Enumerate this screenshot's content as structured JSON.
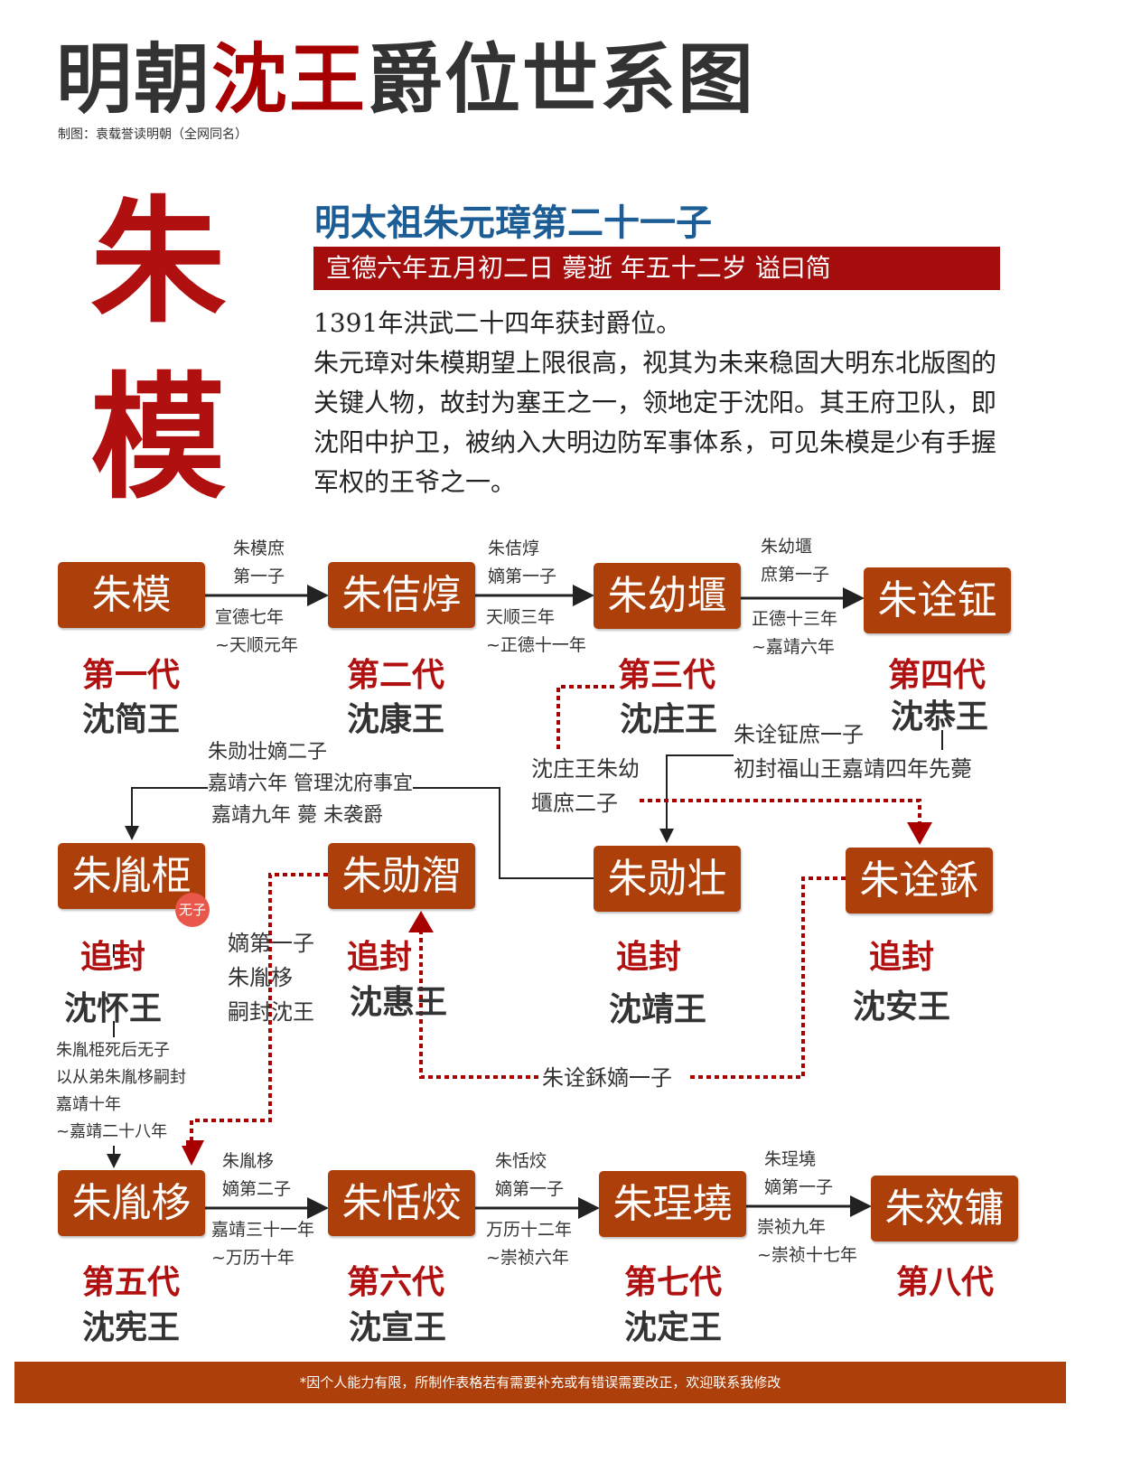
{
  "title": {
    "part1": "明朝",
    "part2": "沈王",
    "part3": "爵位世系图"
  },
  "credit": "制图：袁载誉读明朝（全网同名）",
  "founder": {
    "char1": "朱",
    "char2": "模",
    "subtitle": "明太祖朱元璋第二十一子",
    "banner": "宣德六年五月初二日 薨逝 年五十二岁 谥曰简",
    "bio": [
      "1391年洪武二十四年获封爵位。",
      "朱元璋对朱模期望上限很高，视其为未来稳固大明东北版图的关键人物，故封为塞王之一，领地定于沈阳。其王府卫队，即沈阳中护卫，被纳入大明边防军事体系，可见朱模是少有手握军权的王爷之一。"
    ]
  },
  "nodes": {
    "n1": {
      "name": "朱模",
      "gen": "第一代",
      "title": "沈简王"
    },
    "n2": {
      "name": "朱佶焞",
      "gen": "第二代",
      "title": "沈康王"
    },
    "n3": {
      "name": "朱幼㙺",
      "gen": "第三代",
      "title": "沈庄王"
    },
    "n4": {
      "name": "朱诠钲",
      "gen": "第四代",
      "title": "沈恭王"
    },
    "n5": {
      "name": "朱胤栕",
      "gen": "追封",
      "title": "沈怀王",
      "badge": "无子"
    },
    "n6": {
      "name": "朱勋潪",
      "gen": "追封",
      "title": "沈惠王"
    },
    "n7": {
      "name": "朱勋壮",
      "gen": "追封",
      "title": "沈靖王"
    },
    "n8": {
      "name": "朱诠鉌",
      "gen": "追封",
      "title": "沈安王"
    },
    "n9": {
      "name": "朱胤栘",
      "gen": "第五代",
      "title": "沈宪王"
    },
    "n10": {
      "name": "朱恬烄",
      "gen": "第六代",
      "title": "沈宣王"
    },
    "n11": {
      "name": "朱珵墝",
      "gen": "第七代",
      "title": "沈定王"
    },
    "n12": {
      "name": "朱效镛",
      "gen": "第八代"
    }
  },
  "edges": {
    "e1": {
      "top": [
        "朱模庶",
        "第一子"
      ],
      "bottom": [
        "宣德七年",
        "~天顺元年"
      ]
    },
    "e2": {
      "top": [
        "朱佶焞",
        "嫡第一子"
      ],
      "bottom": [
        "天顺三年",
        "~正德十一年"
      ]
    },
    "e3": {
      "top": [
        "朱幼㙺",
        "庶第一子"
      ],
      "bottom": [
        "正德十三年",
        "~嘉靖六年"
      ]
    },
    "e4": [
      "朱勋壮嫡二子",
      "嘉靖六年 管理沈府事宜",
      "嘉靖九年 薨 未袭爵"
    ],
    "e5": [
      "朱诠钲庶一子",
      "初封福山王嘉靖四年先薨"
    ],
    "e6": [
      "沈庄王朱幼",
      "㙺庶二子"
    ],
    "e7": [
      "嫡第一子",
      "朱胤栘",
      "嗣封沈王"
    ],
    "e8": "朱诠鉌嫡一子",
    "e9": [
      "朱胤栕死后无子",
      "以从弟朱胤栘嗣封",
      "嘉靖十年",
      "~嘉靖二十八年"
    ],
    "e10": {
      "top": [
        "朱胤栘",
        "嫡第二子"
      ],
      "bottom": [
        "嘉靖三十一年",
        "~万历十年"
      ]
    },
    "e11": {
      "top": [
        "朱恬烄",
        "嫡第一子"
      ],
      "bottom": [
        "万历十二年",
        "~崇祯六年"
      ]
    },
    "e12": {
      "top": [
        "朱珵墝",
        "嫡第一子"
      ],
      "bottom": [
        "崇祯九年",
        "~崇祯十七年"
      ]
    }
  },
  "footer": "*因个人能力有限，所制作表格若有需要补充或有错误需要改正，欢迎联系我修改",
  "colors": {
    "box": "#ad3f0a",
    "red": "#b01010",
    "blue": "#1d5d96",
    "dotted": "#a80000"
  }
}
